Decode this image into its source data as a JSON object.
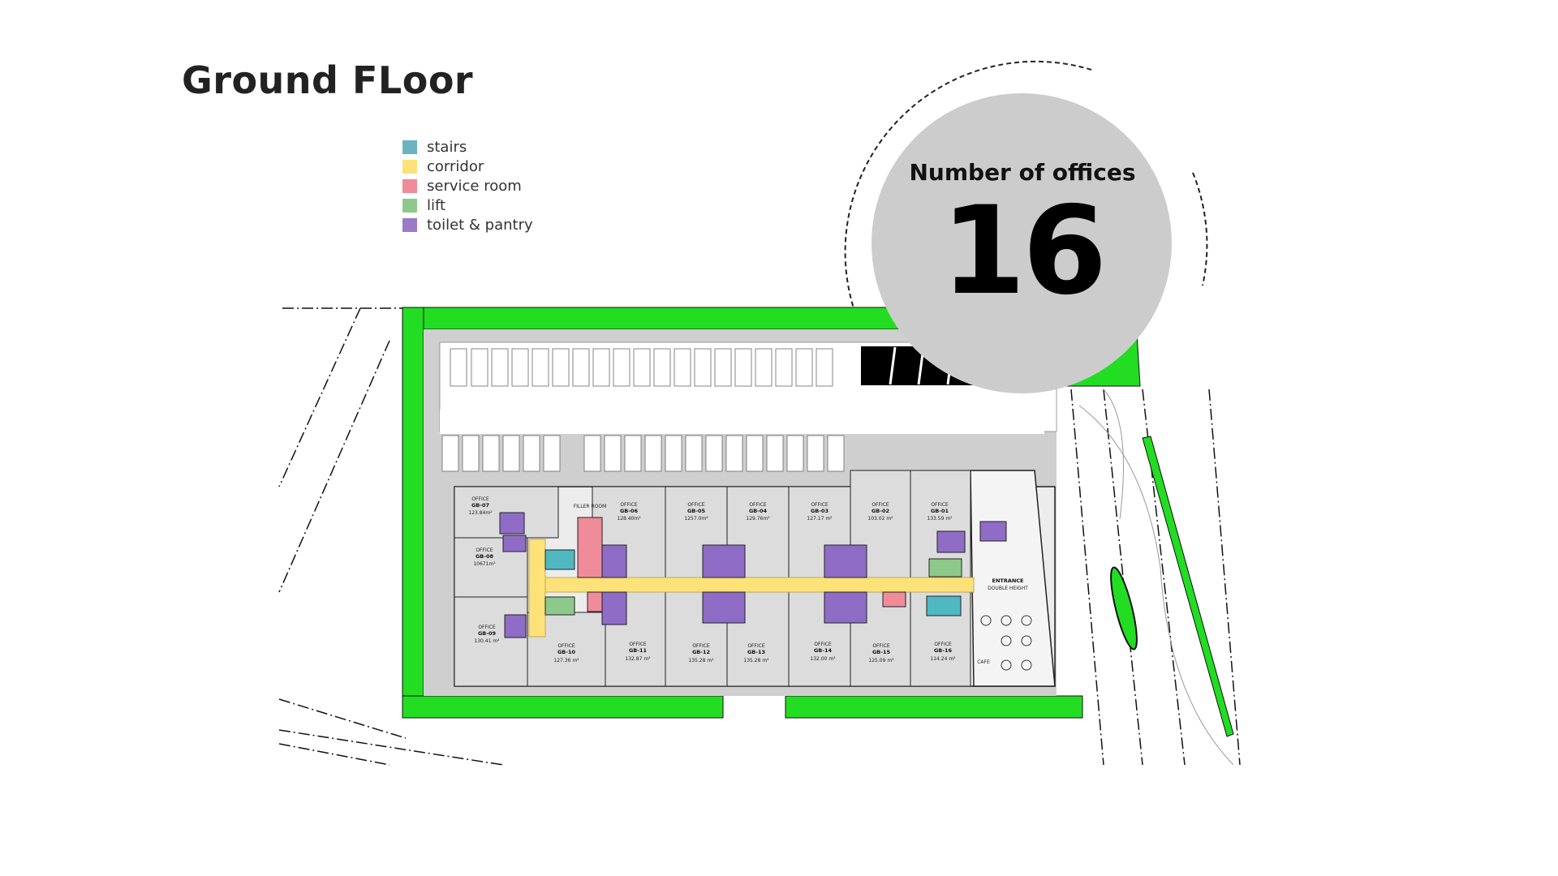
{
  "title": "Ground FLoor",
  "legend": [
    {
      "label": "stairs",
      "color": "#6bb3c0"
    },
    {
      "label": "corridor",
      "color": "#fde27a"
    },
    {
      "label": "service room",
      "color": "#f08b9a"
    },
    {
      "label": "lift",
      "color": "#8dc98a"
    },
    {
      "label": "toilet & pantry",
      "color": "#9a7bc9"
    }
  ],
  "badge": {
    "label": "Number of offices",
    "count": "16"
  },
  "plan_colors": {
    "landscape": "#22dd22",
    "stairs": "#4fb8c0",
    "corridor": "#fde27a",
    "service": "#f08b9a",
    "lift": "#8dc98a",
    "toilet": "#8f6cc6",
    "office": "#dcdcdc",
    "paving": "#cfcfcf"
  },
  "offices_top": [
    {
      "name": "OFFICE",
      "code": "GB-07",
      "area": "123.84m²"
    },
    {
      "name": "OFFICE",
      "code": "GB-06",
      "area": "128.40m²"
    },
    {
      "name": "OFFICE",
      "code": "GB-05",
      "area": "1257.0m²"
    },
    {
      "name": "OFFICE",
      "code": "GB-04",
      "area": "129.76m²"
    },
    {
      "name": "OFFICE",
      "code": "GB-03",
      "area": "127.17 m²"
    },
    {
      "name": "OFFICE",
      "code": "GB-02",
      "area": "103.02 m²"
    },
    {
      "name": "OFFICE",
      "code": "GB-01",
      "area": "133.59 m²"
    }
  ],
  "offices_side": [
    {
      "name": "OFFICE",
      "code": "GB-08",
      "area": "10671m²"
    },
    {
      "name": "OFFICE",
      "code": "GB-09",
      "area": "130.41 m²"
    }
  ],
  "offices_bottom": [
    {
      "name": "OFFICE",
      "code": "GB-10",
      "area": "127.36 m²"
    },
    {
      "name": "OFFICE",
      "code": "GB-11",
      "area": "132.87 m²"
    },
    {
      "name": "OFFICE",
      "code": "GB-12",
      "area": "135.28 m²"
    },
    {
      "name": "OFFICE",
      "code": "GB-13",
      "area": "135.28 m²"
    },
    {
      "name": "OFFICE",
      "code": "GB-14",
      "area": "132.00 m²"
    },
    {
      "name": "OFFICE",
      "code": "GB-15",
      "area": "125.09 m²"
    },
    {
      "name": "OFFICE",
      "code": "GB-16",
      "area": "114.24 m²"
    }
  ],
  "labels": {
    "entrance": "ENTRANCE",
    "entrance_sub": "DOUBLE HEIGHT",
    "filler_room": "FILLER ROOM",
    "cafe": "CAFE"
  }
}
